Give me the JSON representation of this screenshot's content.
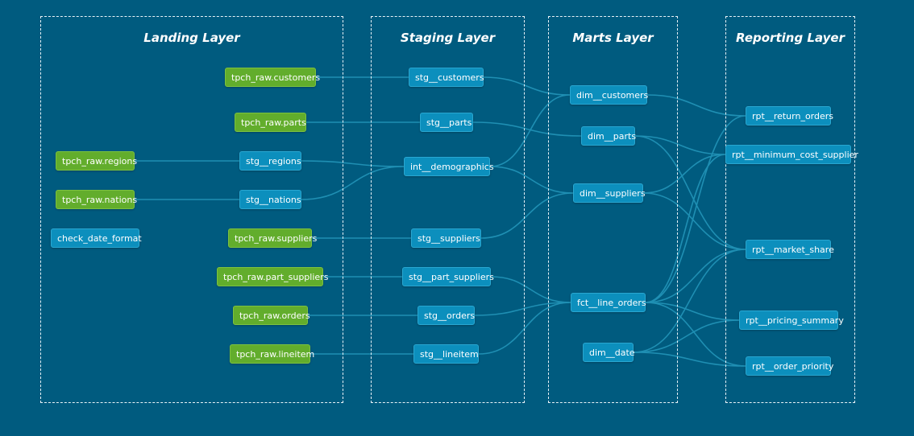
{
  "colors": {
    "background": "#005b7f",
    "source_node": "#62ad2c",
    "model_node": "#0c8fbd",
    "edge": "#1f8fb3",
    "layer_border": "#e8f2f7"
  },
  "layers": {
    "landing": "Landing Layer",
    "staging": "Staging Layer",
    "marts": "Marts Layer",
    "reporting": "Reporting Layer"
  },
  "nodes": {
    "tpch_raw_customers": "tpch_raw.customers",
    "tpch_raw_parts": "tpch_raw.parts",
    "tpch_raw_regions": "tpch_raw.regions",
    "tpch_raw_nations": "tpch_raw.nations",
    "check_date_format": "check_date_format",
    "stg_regions": "stg__regions",
    "stg_nations": "stg__nations",
    "tpch_raw_suppliers": "tpch_raw.suppliers",
    "tpch_raw_part_suppliers": "tpch_raw.part_suppliers",
    "tpch_raw_orders": "tpch_raw.orders",
    "tpch_raw_lineitem": "tpch_raw.lineitem",
    "stg_customers": "stg__customers",
    "stg_parts": "stg__parts",
    "int_demographics": "int__demographics",
    "stg_suppliers": "stg__suppliers",
    "stg_part_suppliers": "stg__part_suppliers",
    "stg_orders": "stg__orders",
    "stg_lineitem": "stg__lineitem",
    "dim_customers": "dim__customers",
    "dim_parts": "dim__parts",
    "dim_suppliers": "dim__suppliers",
    "fct_line_orders": "fct__line_orders",
    "dim_date": "dim__date",
    "rpt_return_orders": "rpt__return_orders",
    "rpt_minimum_cost_supplier": "rpt__minimum_cost_supplier",
    "rpt_market_share": "rpt__market_share",
    "rpt_pricing_summary": "rpt__pricing_summary",
    "rpt_order_priority": "rpt__order_priority"
  },
  "edges": [
    [
      "tpch_raw_customers",
      "stg_customers"
    ],
    [
      "tpch_raw_parts",
      "stg_parts"
    ],
    [
      "tpch_raw_regions",
      "stg_regions"
    ],
    [
      "tpch_raw_nations",
      "stg_nations"
    ],
    [
      "stg_regions",
      "int_demographics"
    ],
    [
      "stg_nations",
      "int_demographics"
    ],
    [
      "tpch_raw_suppliers",
      "stg_suppliers"
    ],
    [
      "tpch_raw_part_suppliers",
      "stg_part_suppliers"
    ],
    [
      "tpch_raw_orders",
      "stg_orders"
    ],
    [
      "tpch_raw_lineitem",
      "stg_lineitem"
    ],
    [
      "stg_customers",
      "dim_customers"
    ],
    [
      "int_demographics",
      "dim_customers"
    ],
    [
      "stg_parts",
      "dim_parts"
    ],
    [
      "int_demographics",
      "dim_suppliers"
    ],
    [
      "stg_suppliers",
      "dim_suppliers"
    ],
    [
      "stg_part_suppliers",
      "fct_line_orders"
    ],
    [
      "stg_orders",
      "fct_line_orders"
    ],
    [
      "stg_lineitem",
      "fct_line_orders"
    ],
    [
      "dim_customers",
      "rpt_return_orders"
    ],
    [
      "dim_parts",
      "rpt_minimum_cost_supplier"
    ],
    [
      "dim_parts",
      "rpt_market_share"
    ],
    [
      "dim_suppliers",
      "rpt_minimum_cost_supplier"
    ],
    [
      "dim_suppliers",
      "rpt_market_share"
    ],
    [
      "fct_line_orders",
      "rpt_return_orders"
    ],
    [
      "fct_line_orders",
      "rpt_minimum_cost_supplier"
    ],
    [
      "fct_line_orders",
      "rpt_market_share"
    ],
    [
      "fct_line_orders",
      "rpt_pricing_summary"
    ],
    [
      "fct_line_orders",
      "rpt_order_priority"
    ],
    [
      "dim_date",
      "rpt_market_share"
    ],
    [
      "dim_date",
      "rpt_pricing_summary"
    ],
    [
      "dim_date",
      "rpt_order_priority"
    ]
  ]
}
